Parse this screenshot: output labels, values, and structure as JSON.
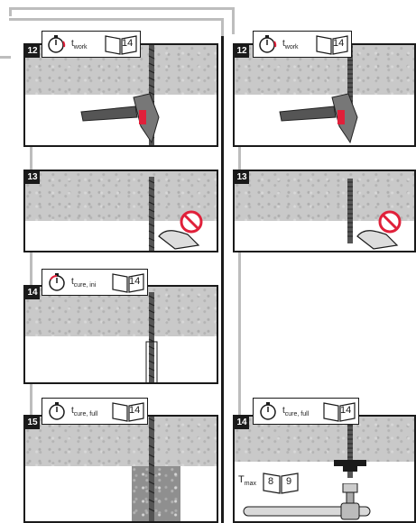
{
  "steps": {
    "s12_left": {
      "number": "12",
      "time_label": "t",
      "time_sub": "work",
      "page_ref": "14"
    },
    "s12_right": {
      "number": "12",
      "time_label": "t",
      "time_sub": "work",
      "page_ref": "14"
    },
    "s13_left": {
      "number": "13"
    },
    "s13_right": {
      "number": "13"
    },
    "s14_left": {
      "number": "14",
      "time_label": "t",
      "time_sub": "cure, ini",
      "page_ref": "14"
    },
    "s14_right": {
      "number": "14",
      "time_label": "t",
      "time_sub": "cure, full",
      "page_ref": "14"
    },
    "s15_left": {
      "number": "15",
      "time_label": "t",
      "time_sub": "cure, full",
      "page_ref": "14"
    }
  },
  "torque": {
    "label": "T",
    "sub": "max",
    "page_left": "8",
    "page_right": "9"
  },
  "colors": {
    "concrete": "#c9c9c9",
    "ink": "#1a1a1a",
    "arrow": "#bdbdbd",
    "accent": "#e0203a"
  }
}
